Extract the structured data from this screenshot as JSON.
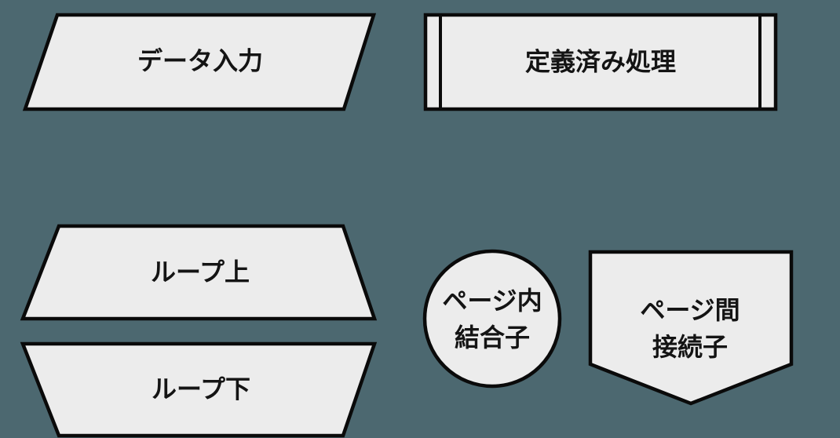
{
  "colors": {
    "background": "#4c6870",
    "node_fill": "#ececec",
    "node_stroke": "#0a0a0a",
    "label_text": "#141414"
  },
  "diagram": {
    "nodes": [
      {
        "id": "data-input",
        "shape": "parallelogram",
        "label": "データ入力"
      },
      {
        "id": "predefined-process",
        "shape": "predefined-process-rectangle",
        "label": "定義済み処理"
      },
      {
        "id": "loop-limit-upper",
        "shape": "trapezoid-narrow-top",
        "label": "ループ上"
      },
      {
        "id": "loop-limit-lower",
        "shape": "trapezoid-narrow-bottom",
        "label": "ループ下"
      },
      {
        "id": "on-page-connector",
        "shape": "circle",
        "label_lines": [
          "ページ内",
          "結合子"
        ]
      },
      {
        "id": "off-page-connector",
        "shape": "home-plate-pentagon",
        "label_lines": [
          "ページ間",
          "接続子"
        ]
      }
    ]
  }
}
